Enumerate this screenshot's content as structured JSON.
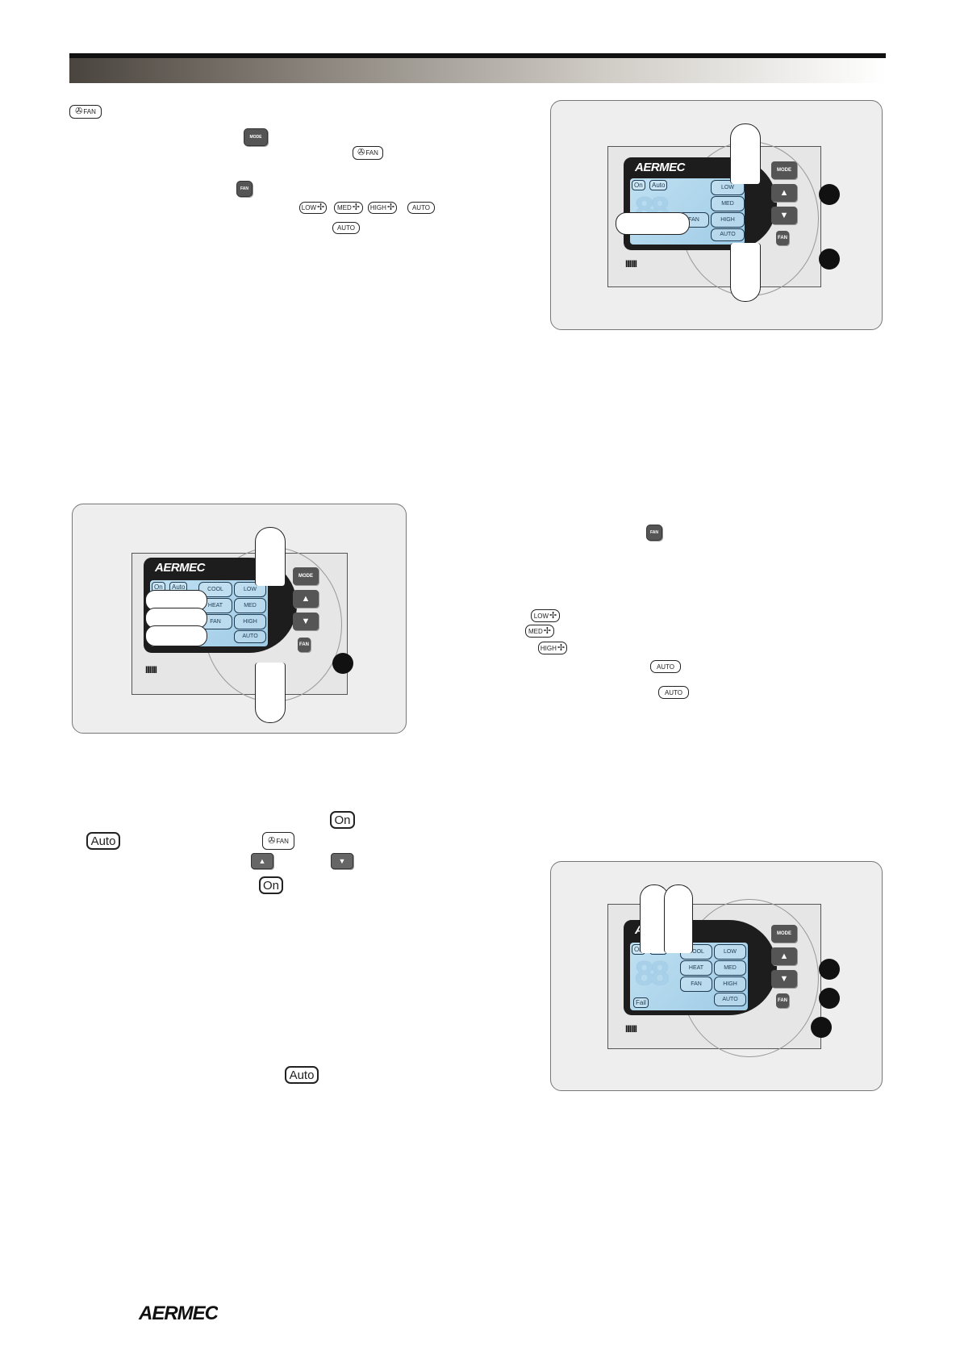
{
  "text_icons": {
    "fan": "FAN",
    "mode": "MODE",
    "low": "LOW",
    "med": "MED",
    "high": "HIGH",
    "auto": "AUTO",
    "on": "On",
    "auto_label": "Auto",
    "fan_glyph": "✇",
    "up_glyph": "▲",
    "down_glyph": "▼"
  },
  "device": {
    "brand": "AERMEC",
    "on": "On",
    "auto": "Auto",
    "fail": "Fail",
    "digits": "88",
    "cool": "COOL",
    "heat": "HEAT",
    "fan": "FAN",
    "low": "LOW",
    "med": "MED",
    "high": "HIGH",
    "auto_btn": "AUTO",
    "mode": "MODE",
    "fan_btn": "FAN",
    "bars": "IIIIII"
  },
  "footer": {
    "brand": "AERMEC"
  }
}
